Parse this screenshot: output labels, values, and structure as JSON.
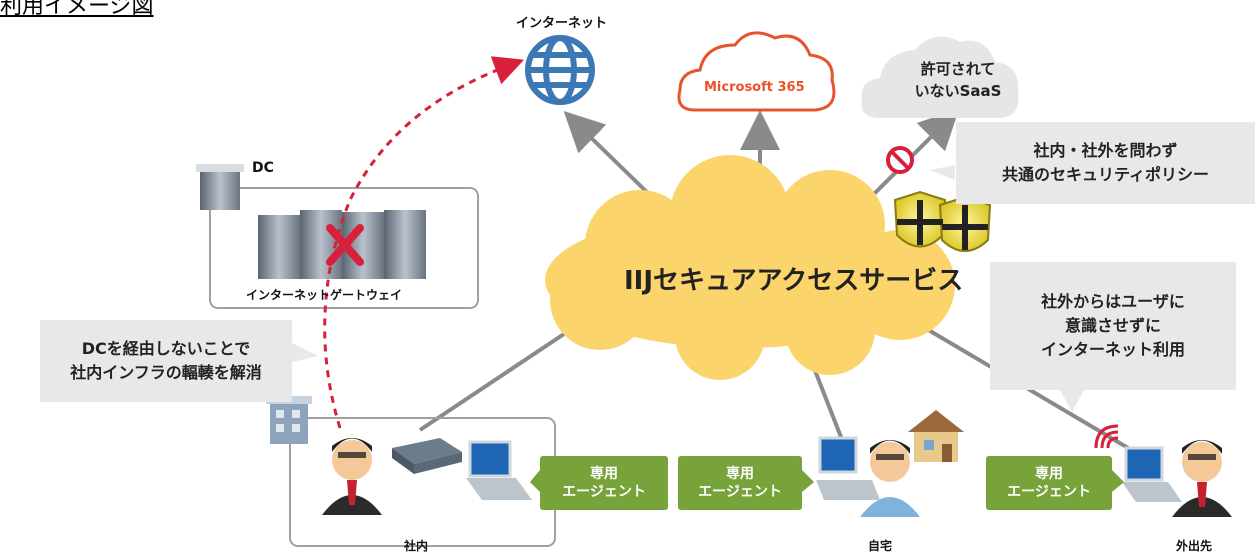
{
  "header": {
    "title": "利用イメージ図"
  },
  "internet": {
    "label": "インターネット"
  },
  "ms365": {
    "label": "Microsoft 365"
  },
  "saas": {
    "line1": "許可されて",
    "line2": "いないSaaS"
  },
  "policy": {
    "line1": "社内・社外を問わず",
    "line2": "共通のセキュリティポリシー"
  },
  "dc": {
    "label": "DC",
    "gateway_label": "インターネットゲートウェイ"
  },
  "center_cloud": {
    "label": "IIJセキュアアクセスサービス"
  },
  "dc_callout": {
    "line1": "DCを経由しないことで",
    "line2": "社内インフラの輻輳を解消"
  },
  "offsite_callout": {
    "line1": "社外からはユーザに",
    "line2": "意識させずに",
    "line3": "インターネット利用"
  },
  "agents": [
    {
      "line1": "専用",
      "line2": "エージェント"
    },
    {
      "line1": "専用",
      "line2": "エージェント"
    },
    {
      "line1": "専用",
      "line2": "エージェント"
    }
  ],
  "locations": {
    "office": "社内",
    "home": "自宅",
    "outside": "外出先"
  },
  "colors": {
    "agent_green": "#77a33a",
    "cloud_yellow": "#fbd46b",
    "ms_orange": "#e8542a",
    "dashed_red": "#d8203c",
    "globe_blue": "#3c78b4"
  }
}
